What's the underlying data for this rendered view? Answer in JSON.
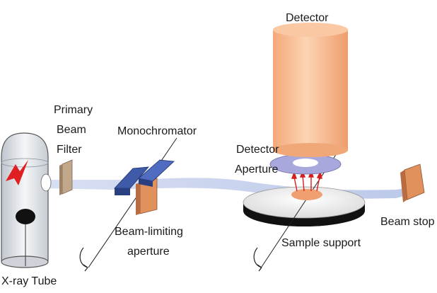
{
  "labels": {
    "detector": "Detector",
    "primary_beam_filter_1": "Primary",
    "primary_beam_filter_2": "Beam",
    "primary_beam_filter_3": "Filter",
    "monochromator": "Monochromator",
    "detector_aperture_1": "Detector",
    "detector_aperture_2": "Aperture",
    "beam_limiting_aperture_1": "Beam-limiting",
    "beam_limiting_aperture_2": "aperture",
    "beam_stop": "Beam stop",
    "sample_support": "Sample support",
    "xray_tube": "X-ray Tube"
  },
  "colors": {
    "beam": "#c9d3ec",
    "detector_body": "#f5b48c",
    "aperture_ring": "#a9a8dc",
    "monochromator_blue": "#3f5aa8",
    "beam_stop": "#e0915c",
    "filter": "#c2a88a",
    "xray_bolt": "#e02020"
  }
}
